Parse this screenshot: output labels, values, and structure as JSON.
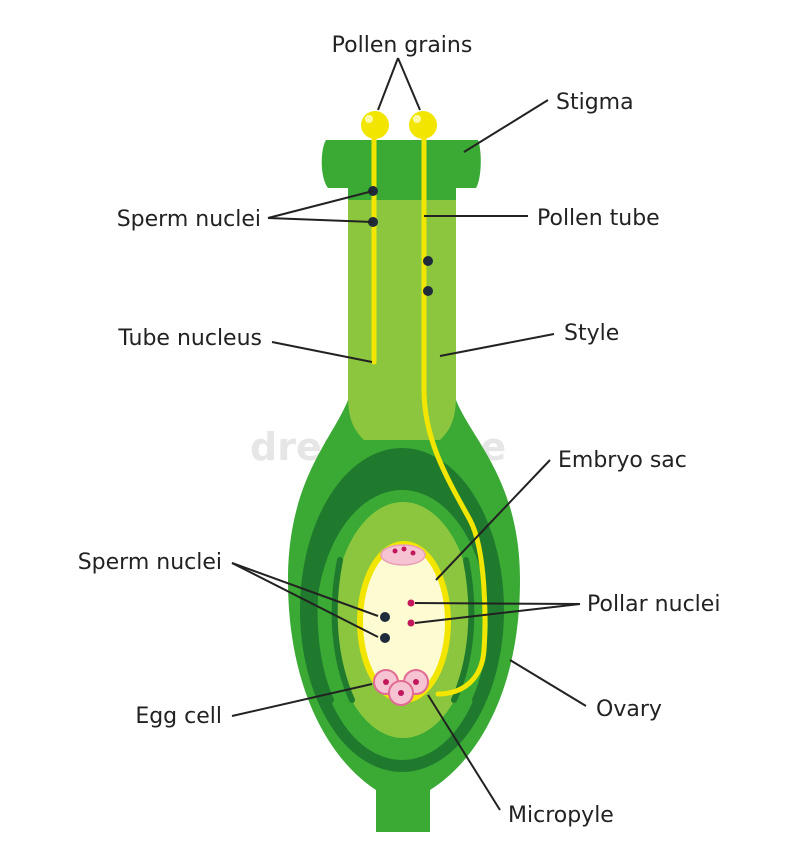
{
  "labels": {
    "pollen_grains": "Pollen grains",
    "stigma": "Stigma",
    "sperm_nuclei_top": "Sperm nuclei",
    "pollen_tube": "Pollen tube",
    "tube_nucleus": "Tube nucleus",
    "style": "Style",
    "embryo_sac": "Embryo sac",
    "sperm_nuclei_bottom": "Sperm nuclei",
    "pollar_nuclei": "Pollar nuclei",
    "egg_cell": "Egg cell",
    "ovary": "Ovary",
    "micropyle": "Micropyle"
  },
  "watermark": "dreamstime",
  "colors": {
    "light_green": "#8cc63f",
    "mid_green": "#3aaa35",
    "dark_green": "#1f7a2e",
    "yellow": "#f2e600",
    "cream": "#fdfbd2",
    "pink": "#f6c3d3",
    "nucleus_dark": "#1f2a3a",
    "nucleus_red": "#c2185b"
  }
}
